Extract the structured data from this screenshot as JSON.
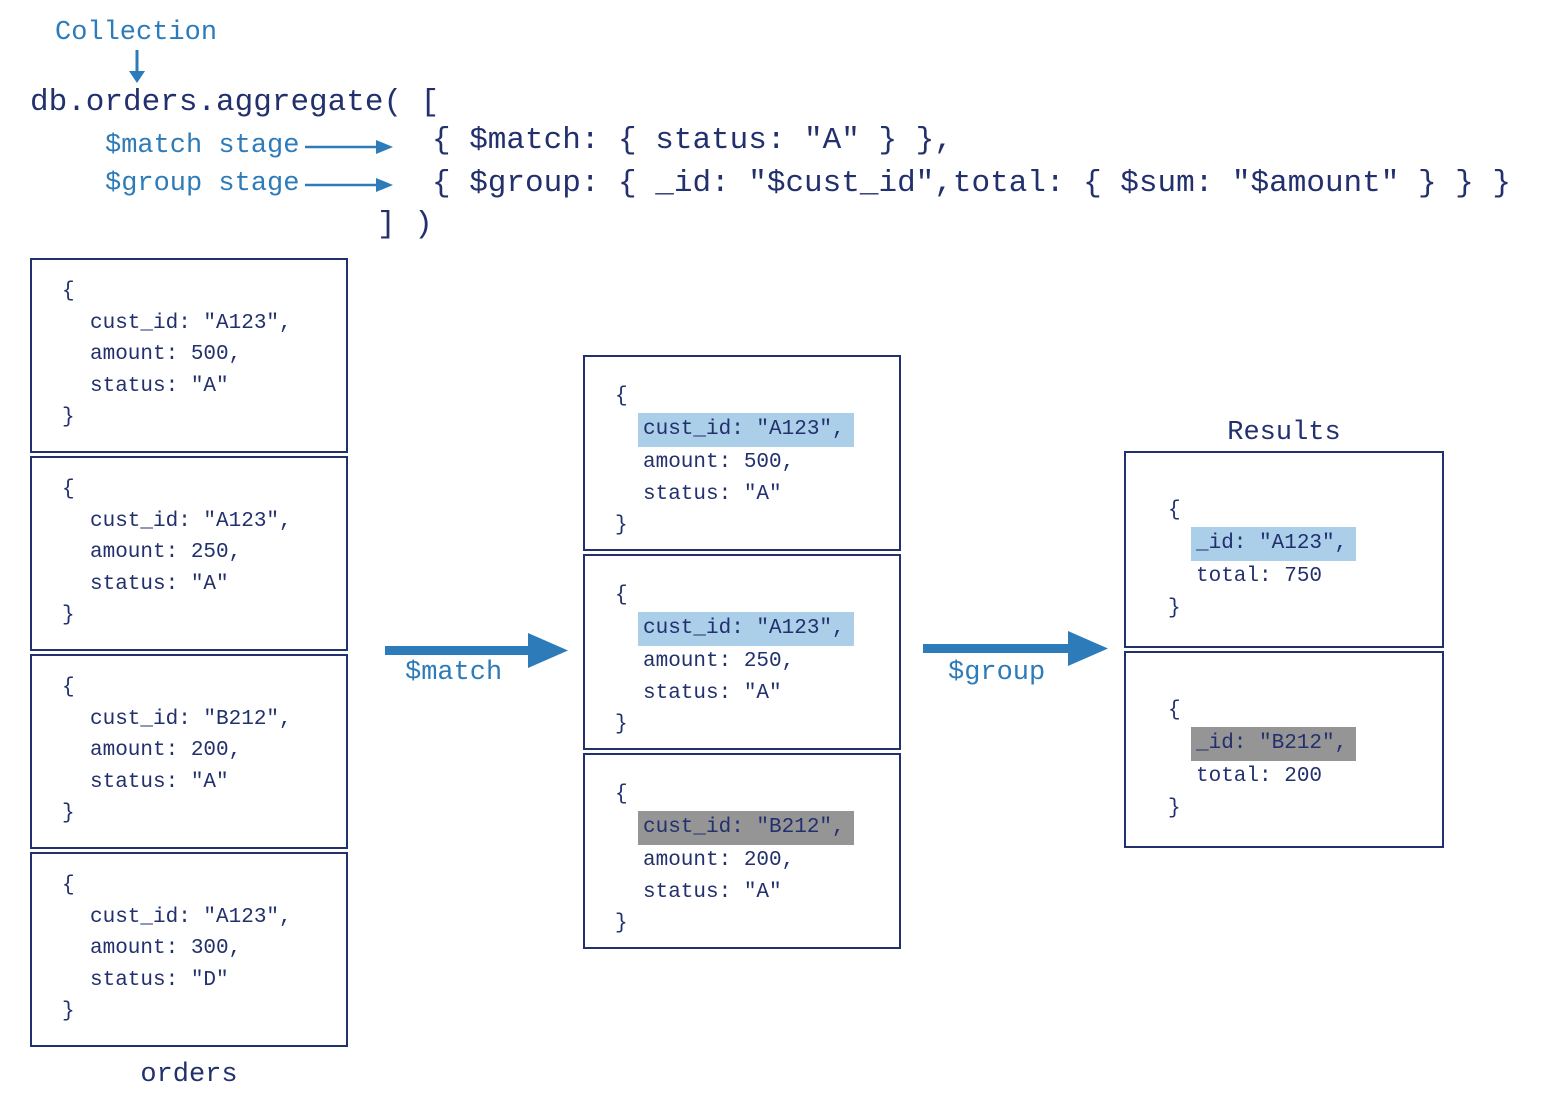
{
  "colors": {
    "navy_text": "#22306d",
    "blue_accent": "#2d7bb9",
    "highlight_blue": "#abcee9",
    "highlight_grey": "#959595"
  },
  "header": {
    "collection_label": "Collection",
    "aggregate_line": "db.orders.aggregate( [",
    "match_stage_label": "$match stage",
    "group_stage_label": "$group stage",
    "match_code": "{ $match: { status: \"A\" } },",
    "group_code": "{ $group: { _id: \"$cust_id\",total: { $sum: \"$amount\" } } }",
    "closing_line": "] )"
  },
  "orders_box": {
    "label": "orders",
    "docs": [
      {
        "open": "{",
        "l1": "cust_id: \"A123\",",
        "l2": "amount: 500,",
        "l3": "status: \"A\"",
        "close": "}"
      },
      {
        "open": "{",
        "l1": "cust_id: \"A123\",",
        "l2": "amount: 250,",
        "l3": "status: \"A\"",
        "close": "}"
      },
      {
        "open": "{",
        "l1": "cust_id: \"B212\",",
        "l2": "amount: 200,",
        "l3": "status: \"A\"",
        "close": "}"
      },
      {
        "open": "{",
        "l1": "cust_id: \"A123\",",
        "l2": "amount: 300,",
        "l3": "status: \"D\"",
        "close": "}"
      }
    ]
  },
  "match_arrow": {
    "label": "$match"
  },
  "matched_box": {
    "docs": [
      {
        "open": "{",
        "l1": "cust_id: \"A123\",",
        "l2": "amount: 500,",
        "l3": "status: \"A\"",
        "close": "}",
        "highlight": "blue"
      },
      {
        "open": "{",
        "l1": "cust_id: \"A123\",",
        "l2": "amount: 250,",
        "l3": "status: \"A\"",
        "close": "}",
        "highlight": "blue"
      },
      {
        "open": "{",
        "l1": "cust_id: \"B212\",",
        "l2": "amount: 200,",
        "l3": "status: \"A\"",
        "close": "}",
        "highlight": "grey"
      }
    ]
  },
  "group_arrow": {
    "label": "$group"
  },
  "results_box": {
    "title": "Results",
    "docs": [
      {
        "open": "{",
        "l1": "_id: \"A123\",",
        "l2": "total: 750",
        "close": "}",
        "highlight": "blue"
      },
      {
        "open": "{",
        "l1": "_id: \"B212\",",
        "l2": "total: 200",
        "close": "}",
        "highlight": "grey"
      }
    ]
  }
}
